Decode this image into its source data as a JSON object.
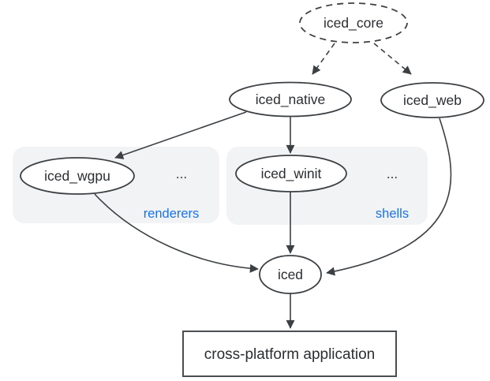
{
  "diagram": {
    "nodes": {
      "iced_core": "iced_core",
      "iced_native": "iced_native",
      "iced_web": "iced_web",
      "iced_wgpu": "iced_wgpu",
      "iced_winit": "iced_winit",
      "iced": "iced",
      "application": "cross-platform application"
    },
    "groups": {
      "renderers": {
        "label": "renderers",
        "ellipsis": "..."
      },
      "shells": {
        "label": "shells",
        "ellipsis": "..."
      }
    },
    "edges": [
      {
        "from": "iced_core",
        "to": "iced_native",
        "style": "dashed"
      },
      {
        "from": "iced_core",
        "to": "iced_web",
        "style": "dashed"
      },
      {
        "from": "iced_native",
        "to": "iced_wgpu",
        "style": "solid"
      },
      {
        "from": "iced_native",
        "to": "iced_winit",
        "style": "solid"
      },
      {
        "from": "iced_wgpu",
        "to": "iced",
        "style": "solid-curve"
      },
      {
        "from": "iced_winit",
        "to": "iced",
        "style": "solid"
      },
      {
        "from": "iced_web",
        "to": "iced",
        "style": "solid-curve"
      },
      {
        "from": "iced",
        "to": "application",
        "style": "solid"
      }
    ]
  },
  "colors": {
    "accent_blue": "#1a73e8",
    "stroke": "#3c4043",
    "text": "#2b2e31",
    "group_fill": "#f1f3f4",
    "background": "#ffffff"
  }
}
